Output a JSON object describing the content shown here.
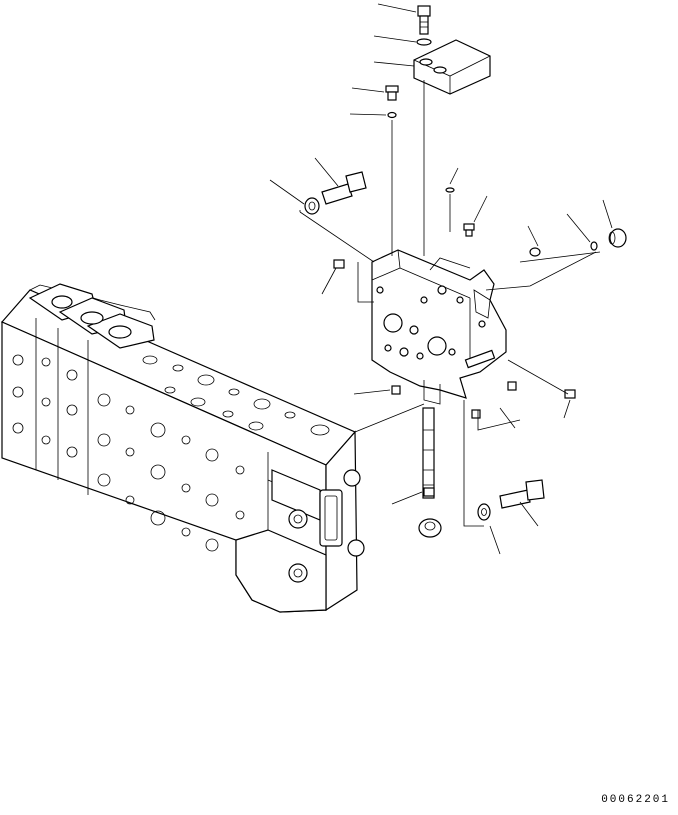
{
  "diagram": {
    "drawing_number": "00062201",
    "colors": {
      "line": "#000000",
      "background": "#ffffff"
    },
    "parts": [
      "bolt",
      "washer",
      "plate",
      "plug",
      "o-ring",
      "bolt-large",
      "washer-large",
      "o-ring-small",
      "plug-small",
      "plug-round",
      "o-ring-2",
      "plug-cap",
      "plug-side",
      "spool",
      "o-ring-spool",
      "plug-bottom",
      "washer-bottom",
      "bolt-bottom",
      "plug-right",
      "valve-section",
      "main-valve-body"
    ]
  }
}
